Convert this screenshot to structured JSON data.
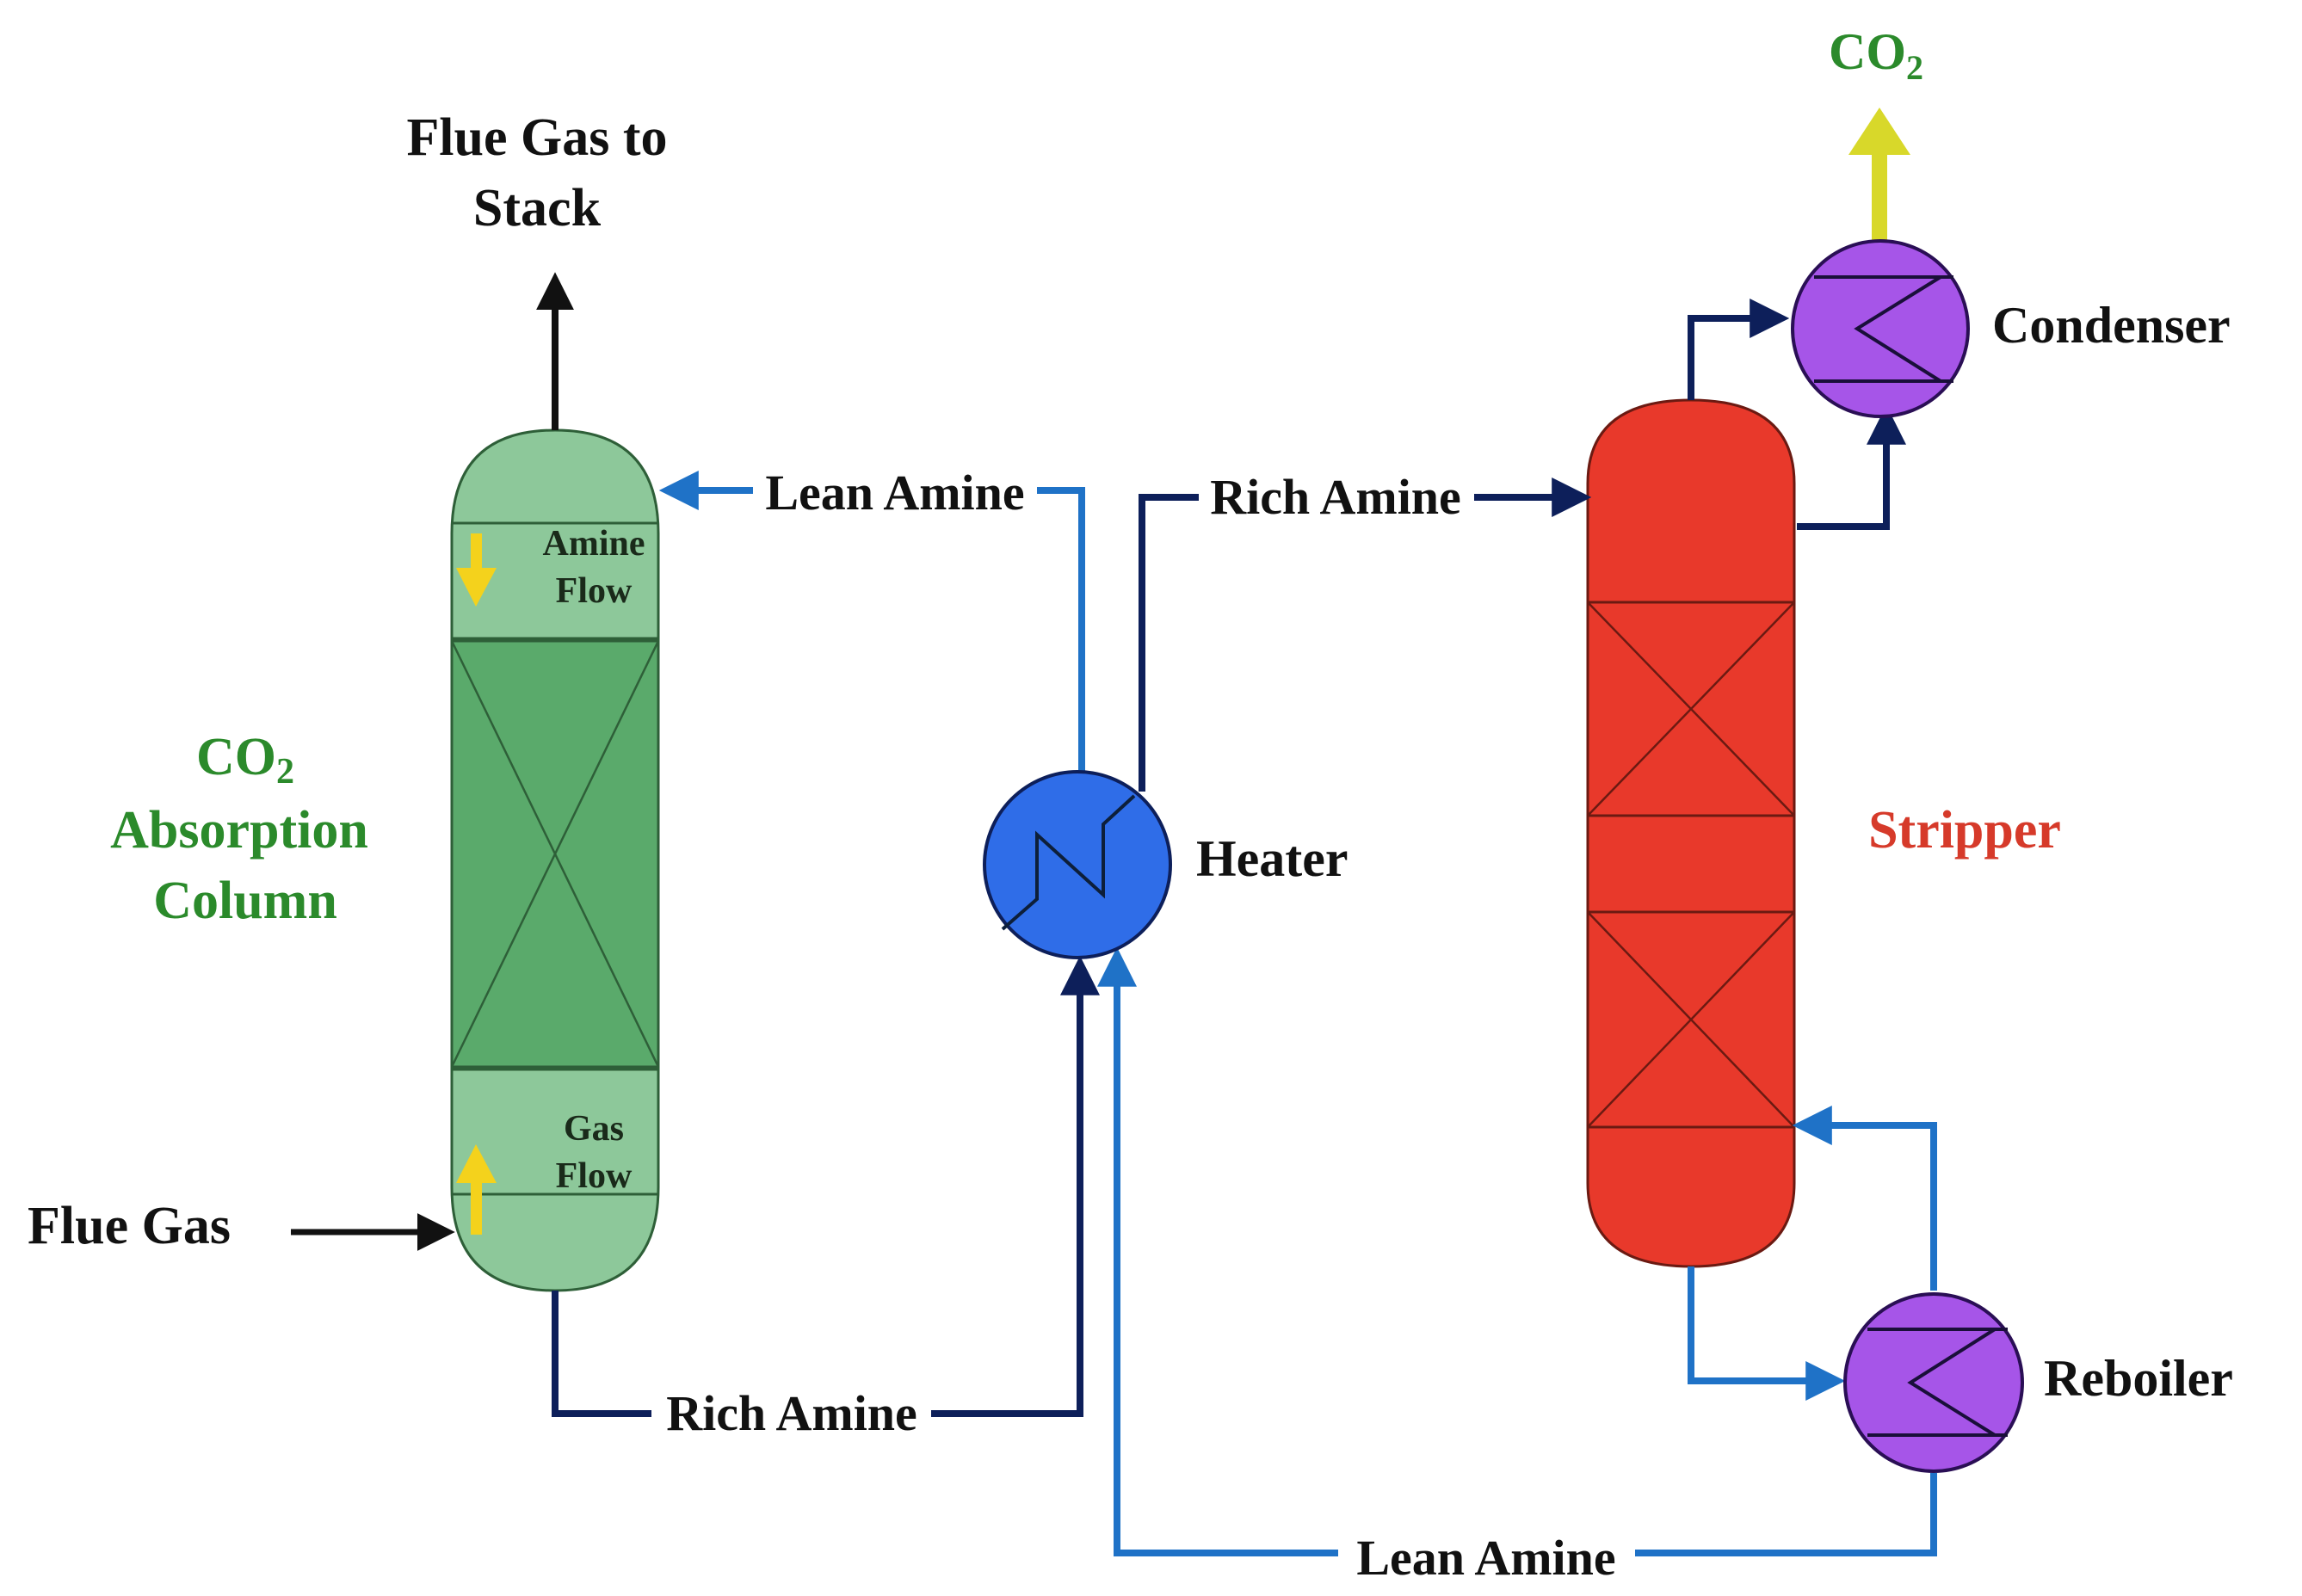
{
  "labels": {
    "flue_gas_to_stack_line1": "Flue Gas to",
    "flue_gas_to_stack_line2": "Stack",
    "flue_gas": "Flue Gas",
    "co2_top": "CO",
    "co2_top_sub": "2",
    "absorption_co2": "CO",
    "absorption_co2_sub": "2",
    "absorption_line2": "Absorption",
    "absorption_line3": "Column",
    "amine_flow_line1": "Amine",
    "amine_flow_line2": "Flow",
    "gas_flow_line1": "Gas",
    "gas_flow_line2": "Flow",
    "lean_amine_top": "Lean Amine",
    "rich_amine_top": "Rich Amine",
    "rich_amine_bottom": "Rich Amine",
    "lean_amine_bottom": "Lean Amine",
    "heater": "Heater",
    "stripper": "Stripper",
    "condenser": "Condenser",
    "reboiler": "Reboiler"
  },
  "colors": {
    "absorber_fill": "#8dc89a",
    "absorber_packing": "#5aaa6b",
    "stripper_fill": "#e8392b",
    "heater_fill": "#2f6de8",
    "exchanger_fill": "#a655e8",
    "rich_line": "#0d1f5a",
    "lean_line": "#1f72c7",
    "co2_arrow": "#d8d82a",
    "flow_arrow": "#f4d21c",
    "green_text": "#2b8a2b",
    "red_text": "#d63a2a"
  }
}
